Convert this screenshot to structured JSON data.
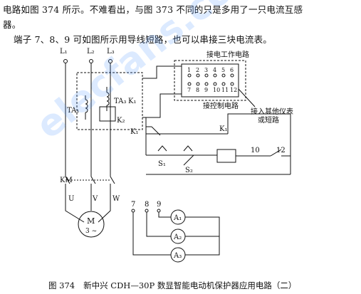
{
  "text": {
    "line1": "电路如图 374 所示。不难看出，与图 373 不同的只是多用了一只电流互感",
    "line2": "器。",
    "line3": "端子 7、8、9 可如图所示用导线短路，也可以串接三块电流表。"
  },
  "labels": {
    "L1": "L₁",
    "L2": "L₂",
    "L3": "L₃",
    "TA1": "TA₁",
    "TA3": "TA₃",
    "K1a": "K₁",
    "K2": "K₂",
    "box_top": "接电工作电路",
    "box_bottom": "接控制电路",
    "side_note1": "接入其他仪表",
    "side_note2": "或短路",
    "KM": "KM",
    "U": "U",
    "V": "V",
    "W": "W",
    "M": "M",
    "M_phase": "3 ~",
    "K1_contact": "K₁",
    "K1_coil": "K₁",
    "S1": "S₁",
    "S2": "S₂",
    "t10": "10",
    "t12": "12",
    "t7": "7",
    "t8": "8",
    "t9": "9",
    "A1": "A₁",
    "A2": "A₂",
    "A3": "A₃",
    "terms_top": [
      "1",
      "2",
      "3",
      "4",
      "5",
      "6"
    ],
    "terms_bot": [
      "7",
      "8",
      "9",
      "10",
      "11",
      "12"
    ]
  },
  "caption": {
    "number": "图 374",
    "title": "新中兴 CDH—30P 数显智能电动机保护器应用电路（二）"
  },
  "watermark": "elecfans.com"
}
